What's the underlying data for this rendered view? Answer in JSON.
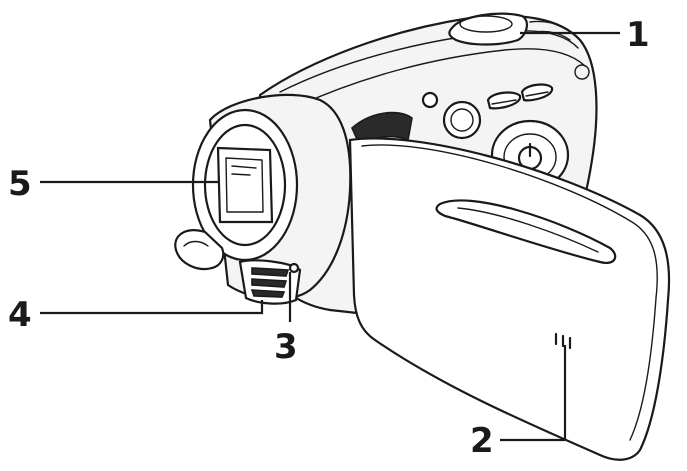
{
  "callouts": [
    {
      "id": "1",
      "label": "1"
    },
    {
      "id": "2",
      "label": "2"
    },
    {
      "id": "3",
      "label": "3"
    },
    {
      "id": "4",
      "label": "4"
    },
    {
      "id": "5",
      "label": "5"
    }
  ],
  "colors": {
    "ink": "#1a1a1a",
    "background": "#ffffff"
  },
  "icons": [
    "camcorder-illustration",
    "power-icon"
  ]
}
